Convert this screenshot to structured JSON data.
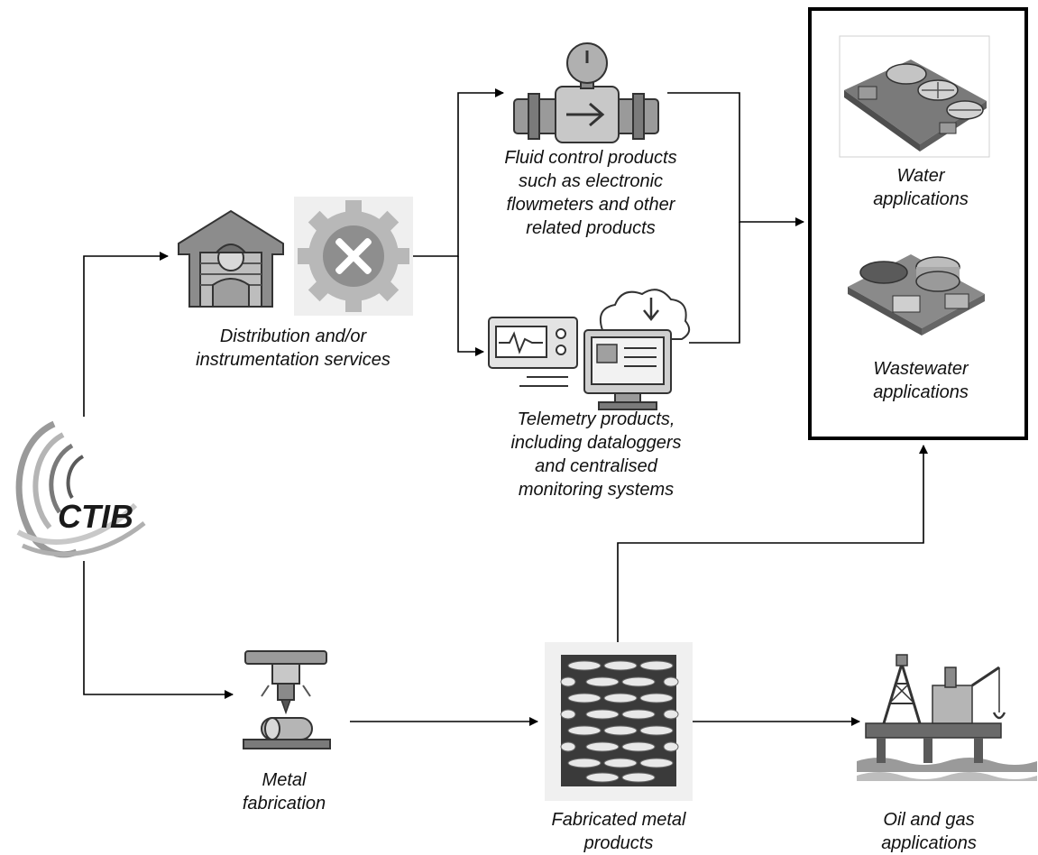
{
  "logo": {
    "text": "CTIB"
  },
  "nodes": {
    "distribution": {
      "lines": [
        "Distribution and/or",
        "instrumentation services"
      ]
    },
    "fluid_control": {
      "lines": [
        "Fluid control products",
        "such as electronic",
        "flowmeters and other",
        "related products"
      ]
    },
    "telemetry": {
      "lines": [
        "Telemetry products,",
        "including dataloggers",
        "and centralised",
        "monitoring systems"
      ]
    },
    "water": {
      "lines": [
        "Water",
        "applications"
      ]
    },
    "wastewater": {
      "lines": [
        "Wastewater",
        "applications"
      ]
    },
    "metal_fabrication": {
      "lines": [
        "Metal",
        "fabrication"
      ]
    },
    "fabricated_products": {
      "lines": [
        "Fabricated metal",
        "products"
      ]
    },
    "oil_gas": {
      "lines": [
        "Oil and gas",
        "applications"
      ]
    }
  },
  "icons": {
    "distribution": [
      "warehouse-worker-icon",
      "wrench-gear-icon"
    ],
    "fluid_control": "flowmeter-icon",
    "telemetry": "datalogger-monitor-cloud-icon",
    "water": "water-treatment-plant-icon",
    "wastewater": "wastewater-treatment-plant-icon",
    "metal_fabrication": "metal-fabrication-machine-icon",
    "fabricated_products": "woven-metal-mesh-icon",
    "oil_gas": "offshore-oil-rig-icon"
  }
}
